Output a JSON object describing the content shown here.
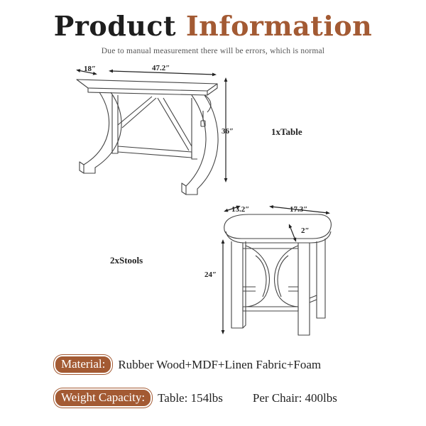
{
  "header": {
    "title_word1": "Product",
    "title_word2": "Information",
    "subtitle": "Due to manual measurement there will be errors, which is normal"
  },
  "table": {
    "depth": "18″",
    "width": "47.2″",
    "height": "36″",
    "label": "1xTable"
  },
  "stool": {
    "depth": "13.2″",
    "width": "17.3″",
    "cushion": "2″",
    "height": "24″",
    "label": "2xStools"
  },
  "specs": {
    "material_label": "Material:",
    "material_value": "Rubber Wood+MDF+Linen Fabric+Foam",
    "weight_label": "Weight Capacity:",
    "weight_table": "Table: 154lbs",
    "weight_chair": "Per Chair: 400lbs"
  },
  "colors": {
    "accent": "#a35a33",
    "text": "#1e1e1e"
  }
}
